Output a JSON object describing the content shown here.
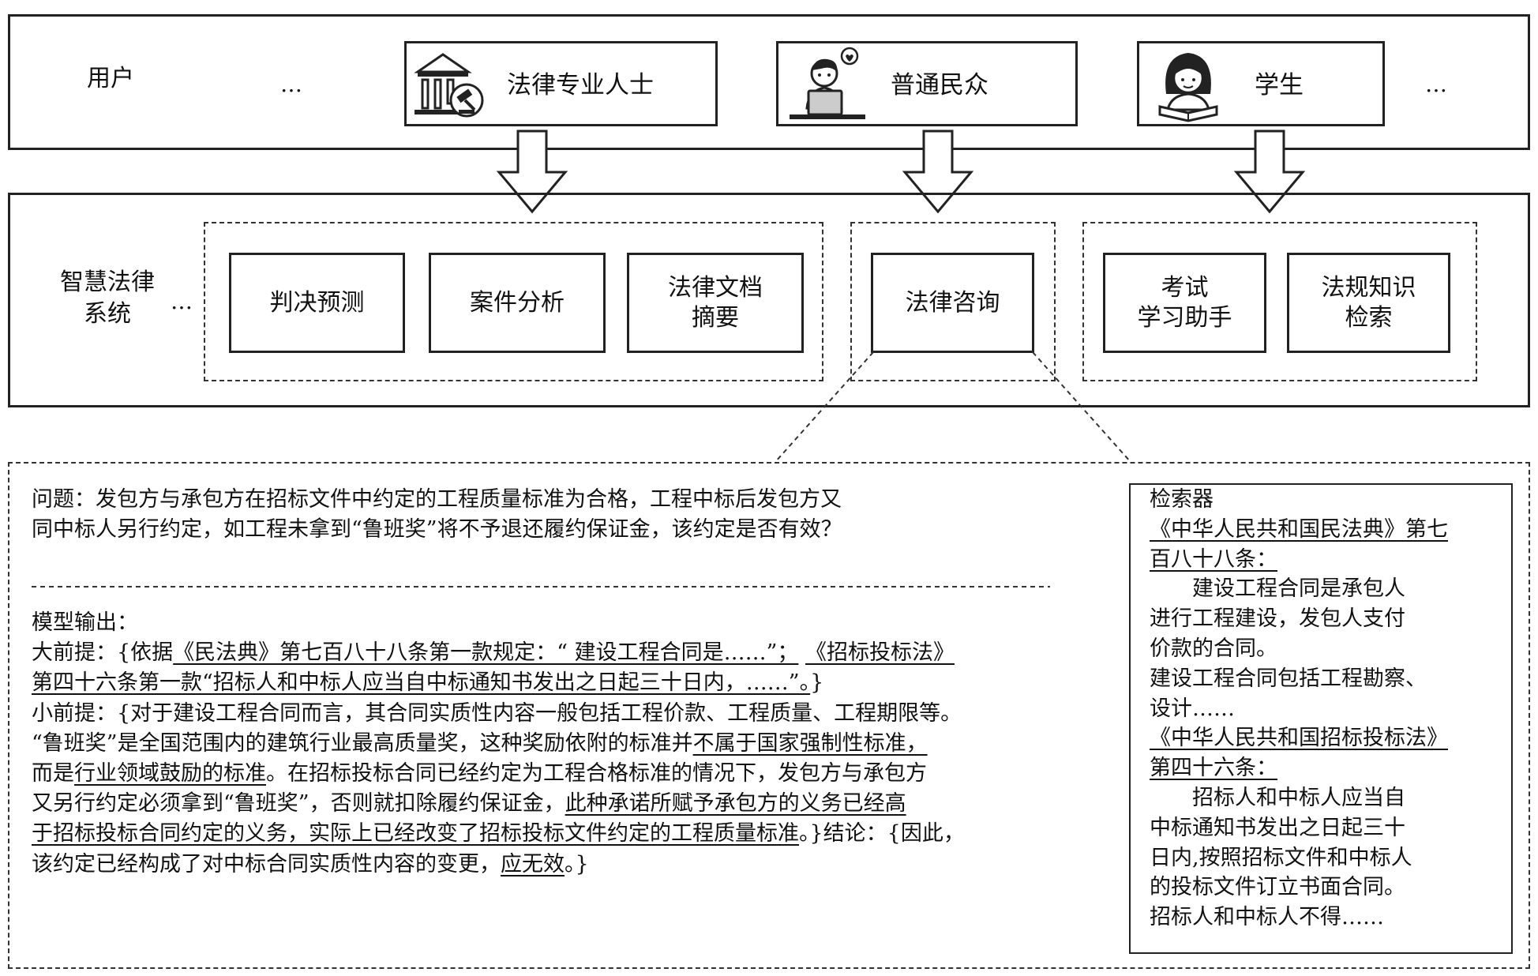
{
  "users": {
    "label": "用户",
    "ellipsis_left": "…",
    "ellipsis_right": "…",
    "items": [
      {
        "name": "法律专业人士",
        "icon": "courthouse-gavel-icon"
      },
      {
        "name": "普通民众",
        "icon": "person-laptop-icon"
      },
      {
        "name": "学生",
        "icon": "student-reading-icon"
      }
    ]
  },
  "system": {
    "label_line1": "智慧法律",
    "label_line2": "系统",
    "ellipsis": "…",
    "modules": [
      {
        "line1": "判决预测",
        "line2": ""
      },
      {
        "line1": "案件分析",
        "line2": ""
      },
      {
        "line1": "法律文档",
        "line2": "摘要"
      },
      {
        "line1": "法律咨询",
        "line2": ""
      },
      {
        "line1": "考试",
        "line2": "学习助手"
      },
      {
        "line1": "法规知识",
        "line2": "检索"
      }
    ]
  },
  "detail": {
    "question_line1": "问题：发包方与承包方在招标文件中约定的工程质量标准为合格，工程中标后发包方又",
    "question_line2": "同中标人另行约定，如工程未拿到“鲁班奖”将不予退还履约保证金，该约定是否有效？",
    "output_label": "模型输出：",
    "output_lines": [
      [
        {
          "t": "大前提：{依据"
        },
        {
          "t": "《民法典》第七百八十八条第一款规定：“ 建设工程合同是……”；",
          "u": true
        },
        {
          "t": "  "
        },
        {
          "t": "《招标投标法》",
          "u": true
        }
      ],
      [
        {
          "t": "第四十六条第一款“招标人和中标人应当自中标通知书发出之日起三十日内，……”。",
          "u": true
        },
        {
          "t": "}"
        }
      ],
      [
        {
          "t": "小前提：{对于建设工程合同而言，其合同实质性内容一般包括工程价款、工程质量、工程期限等。"
        }
      ],
      [
        {
          "t": "“鲁班奖”是全国范围内的建筑行业最高质量奖，这种奖励依附的标准并"
        },
        {
          "t": "不属于国家强制性标准，",
          "u": true
        }
      ],
      [
        {
          "t": "而是"
        },
        {
          "t": "行业领域鼓励的标准",
          "u": true
        },
        {
          "t": "。在招标投标合同已经约定为工程合格标准的情况下，发包方与承包方"
        }
      ],
      [
        {
          "t": "又另行约定必须拿到“鲁班奖”，否则就扣除履约保证金，"
        },
        {
          "t": "此种承诺所赋予承包方的义务已经高",
          "u": true
        }
      ],
      [
        {
          "t": "于招标投标合同约定的义务，实际上已经改变了招标投标文件约定的工程质量标准",
          "u": true
        },
        {
          "t": "。}结论：{因此，"
        }
      ],
      [
        {
          "t": "该约定已经构成了对中标合同实质性内容的变更，"
        },
        {
          "t": "应无效",
          "u": true
        },
        {
          "t": "。}"
        }
      ]
    ]
  },
  "retriever": {
    "title": "检索器",
    "lines": [
      [
        {
          "t": "《中华人民共和国民法典》第七",
          "u": true
        }
      ],
      [
        {
          "t": "百八十八条：",
          "u": true
        }
      ],
      [
        {
          "t": "　　建设工程合同是承包人"
        }
      ],
      [
        {
          "t": "进行工程建设，发包人支付"
        }
      ],
      [
        {
          "t": "价款的合同。"
        }
      ],
      [
        {
          "t": "建设工程合同包括工程勘察、"
        }
      ],
      [
        {
          "t": "设计……"
        }
      ],
      [
        {
          "t": "《中华人民共和国招标投标法》",
          "u": true
        }
      ],
      [
        {
          "t": "第四十六条：",
          "u": true
        }
      ],
      [
        {
          "t": "　　招标人和中标人应当自"
        }
      ],
      [
        {
          "t": "中标通知书发出之日起三十"
        }
      ],
      [
        {
          "t": "日内,按照招标文件和中标人"
        }
      ],
      [
        {
          "t": "的投标文件订立书面合同。"
        }
      ],
      [
        {
          "t": "招标人和中标人不得……"
        }
      ]
    ]
  }
}
